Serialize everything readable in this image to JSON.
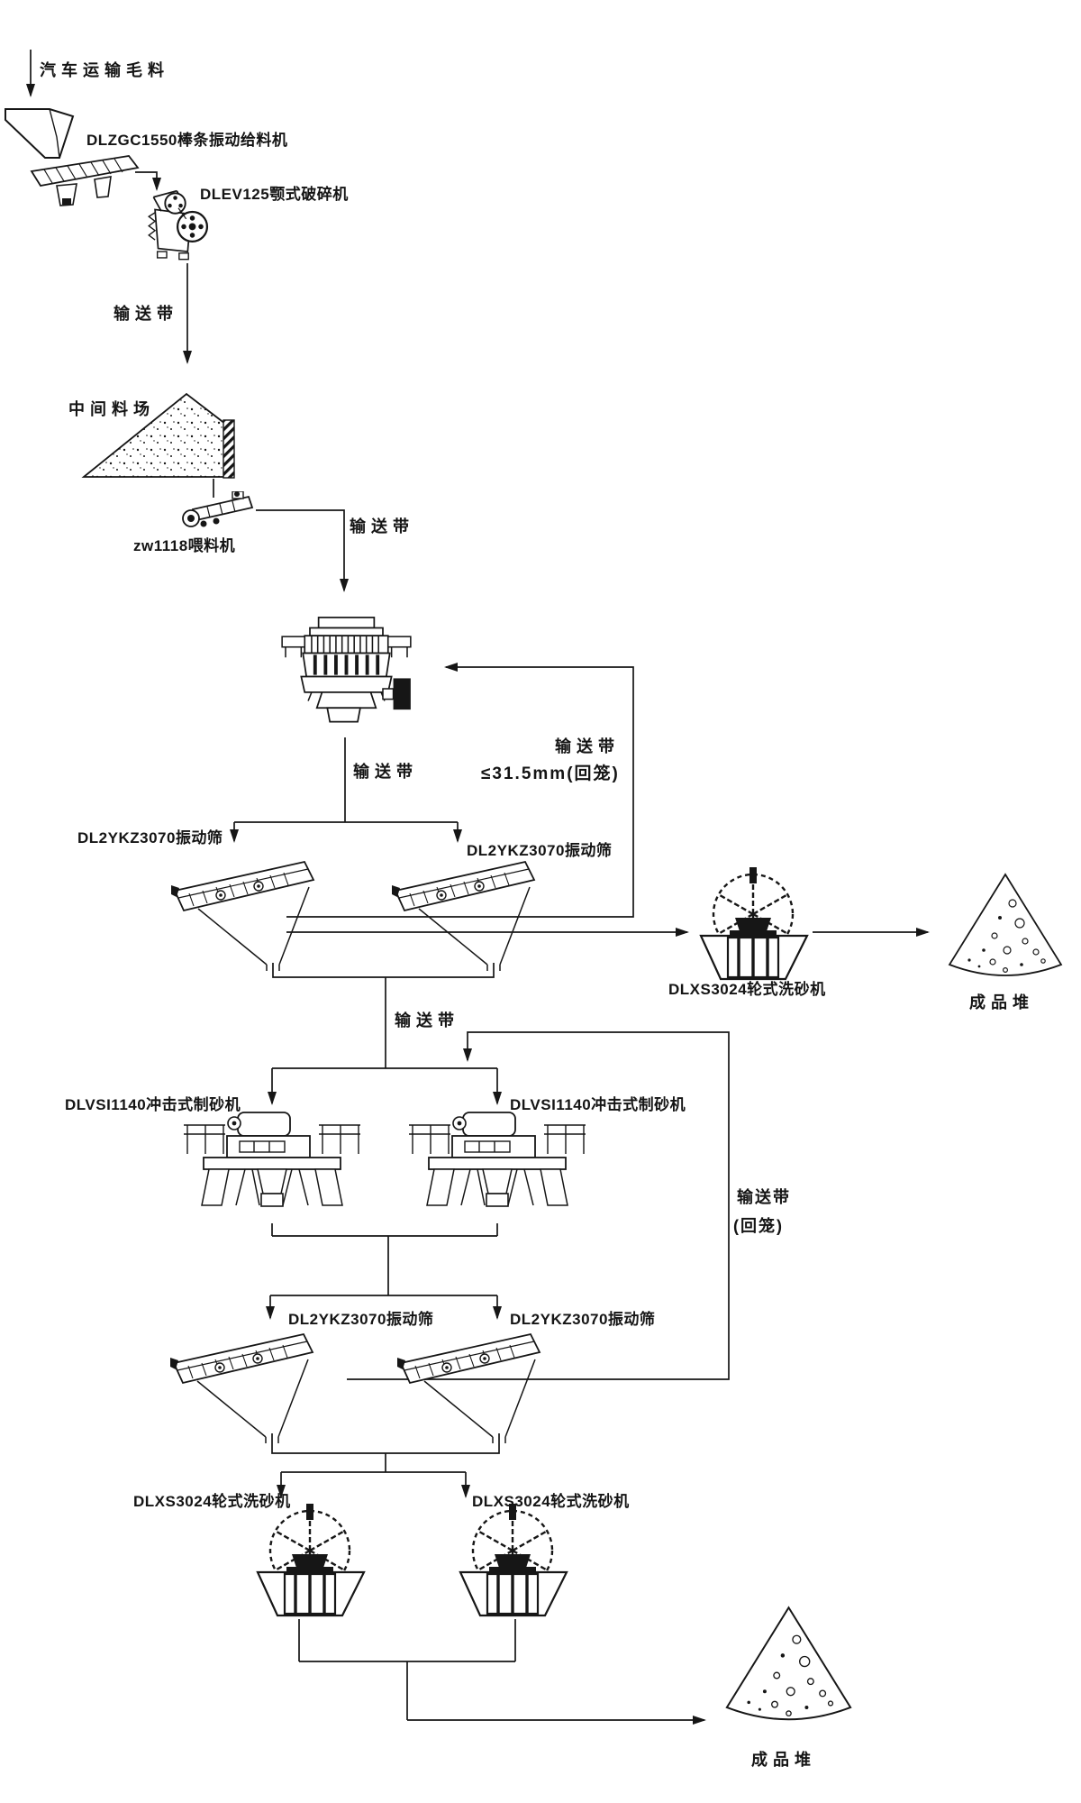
{
  "colors": {
    "ink": "#161616",
    "background": "#ffffff"
  },
  "flow": {
    "top_feed": "汽车运输毛料",
    "bar_feeder": "DLZGC1550棒条振动给料机",
    "jaw_crusher": "DLEV125颚式破碎机",
    "conveyor_jaw_to_stockpile": "输送带",
    "stockpile": "中间料场",
    "zw_feeder": "zw1118喂料机",
    "conveyor_feeder_to_cone": "输送带",
    "conveyor_cone_to_screens": "输送带",
    "return_to_cone_line1": "输送带",
    "return_to_cone_line2": "≤31.5mm(回笼)",
    "screens_stage1": [
      "DL2YKZ3070振动筛",
      "DL2YKZ3070振动筛"
    ],
    "washer_stage1": "DLXS3024轮式洗砂机",
    "product_pile_right": "成品堆",
    "conveyor_screens_to_vsi": "输送带",
    "sand_makers": [
      "DLVSI1140冲击式制砂机",
      "DLVSI1140冲击式制砂机"
    ],
    "return_to_vsi_line1": "输送带",
    "return_to_vsi_line2": "(回笼)",
    "screens_stage2": [
      "DL2YKZ3070振动筛",
      "DL2YKZ3070振动筛"
    ],
    "washers_stage2": [
      "DLXS3024轮式洗砂机",
      "DLXS3024轮式洗砂机"
    ],
    "product_pile_bottom": "成品堆"
  }
}
